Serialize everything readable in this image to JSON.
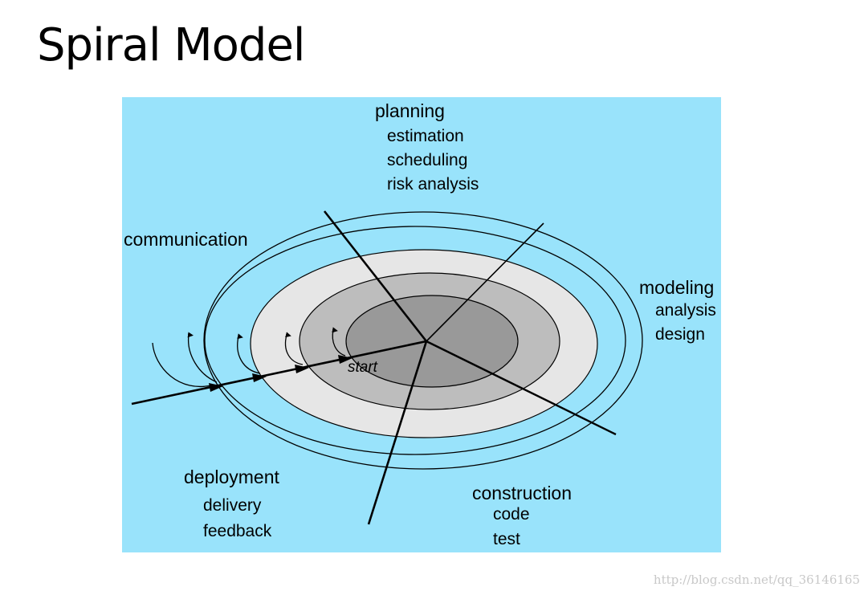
{
  "title": "Spiral Model",
  "phases": {
    "planning": {
      "name": "planning",
      "tasks": [
        "estimation",
        "scheduling",
        "risk analysis"
      ]
    },
    "communication": {
      "name": "communication"
    },
    "modeling": {
      "name": "modeling",
      "tasks": [
        "analysis",
        "design"
      ]
    },
    "deployment": {
      "name": "deployment",
      "tasks": [
        "delivery",
        "feedback"
      ]
    },
    "construction": {
      "name": "construction",
      "tasks": [
        "code",
        "test"
      ]
    }
  },
  "start_label": "start",
  "colors": {
    "background": "#99e3fb",
    "ring_outer": "#e6e6e6",
    "ring_mid": "#bdbdbd",
    "ring_inner": "#999999"
  },
  "watermark": "http://blog.csdn.net/qq_36146165"
}
